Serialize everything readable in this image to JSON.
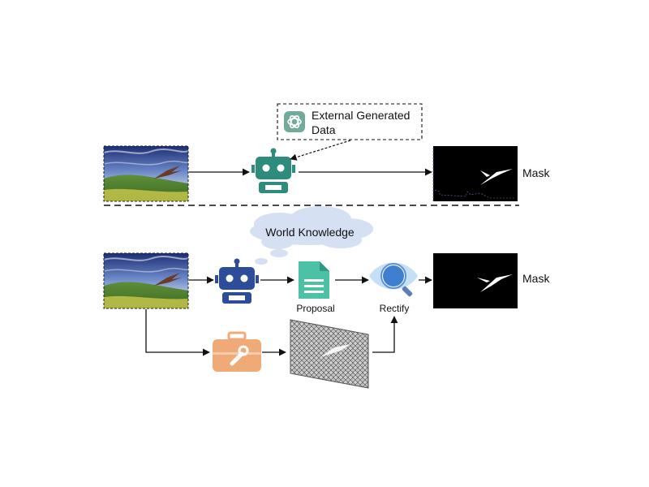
{
  "top_row": {
    "external_data_line1": "External Generated",
    "external_data_line2": "Data",
    "mask_label": "Mask",
    "icons": [
      "landscape-bird-image",
      "robot-icon",
      "chatgpt-logo-icon",
      "bird-mask-image"
    ]
  },
  "bottom_row": {
    "cloud_label": "World Knowledge",
    "proposal_label": "Proposal",
    "rectify_label": "Rectify",
    "mask_label": "Mask",
    "icons": [
      "landscape-bird-image",
      "robot-icon",
      "document-icon",
      "eye-magnifier-icon",
      "toolbox-wrench-icon",
      "edge-map-image",
      "bird-mask-image"
    ]
  },
  "colors": {
    "robot_top": "#2e8c7d",
    "robot_bottom": "#2d4d9a",
    "document": "#4cc1a5",
    "toolbox": "#f0aa78",
    "cloud": "#d5e0f2",
    "eye_ring": "#c5dff5",
    "eye_pupil": "#3f7fd0"
  }
}
